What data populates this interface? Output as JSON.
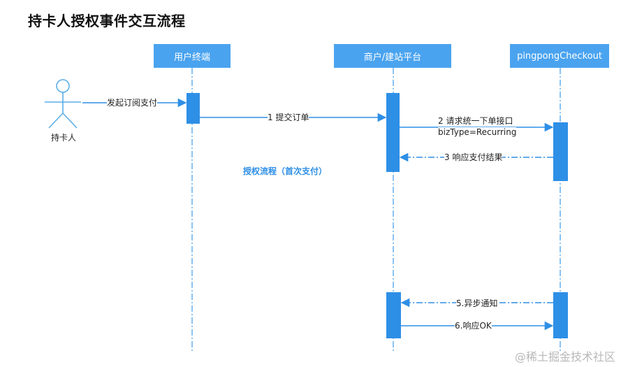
{
  "title": "持卡人授权事件交互流程",
  "participants": {
    "terminal": "用户终端",
    "merchant": "商户/建站平台",
    "checkout": "pingpongCheckout"
  },
  "actor": "持卡人",
  "messages": {
    "m1": "发起订阅支付",
    "m2": "1 提交订单",
    "m3_line1": "2 请求统一下单接口",
    "m3_line2": "bizType=Recurring",
    "m4": "3 响应支付结果",
    "m5": "5.异步通知",
    "m6": "6.响应OK"
  },
  "section_label": "授权流程（首次支付）",
  "watermark": "@稀土掘金技术社区",
  "colors": {
    "accent": "#4aa3ef",
    "activation": "#2e8fe6",
    "lifeline": "#4aa3ef",
    "actor": "#5aaee8"
  }
}
